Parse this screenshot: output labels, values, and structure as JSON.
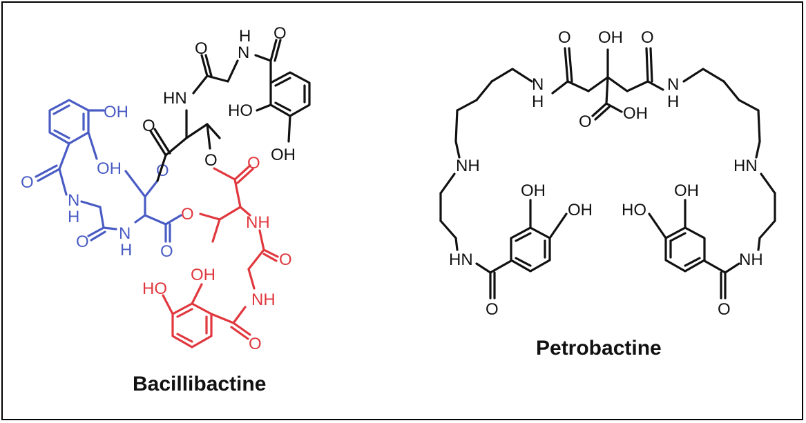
{
  "colors": {
    "blue": "#4a5cc4",
    "red": "#e0383e",
    "black": "#111111"
  },
  "bacillibactine": {
    "caption": "Bacillibactine",
    "labels": {
      "oh_b1": "OH",
      "oh_b2": "OH",
      "o_b1": "O",
      "nh_b1": "N",
      "h_b1": "H",
      "o_b2": "O",
      "n_b2": "N",
      "h_b2": "H",
      "o_b3": "O",
      "o_b4": "O",
      "hn_k": "HN",
      "o_k1": "O",
      "n_k": "N",
      "h_k": "H",
      "o_k2": "O",
      "ho_k": "HO",
      "oh_k": "OH",
      "o_k3": "O",
      "o_k4": "O",
      "o_r1": "O",
      "o_r2": "O",
      "nh_r1": "NH",
      "o_r3": "O",
      "nh_r2": "NH",
      "o_r4": "O",
      "ho_r": "HO",
      "oh_r": "OH"
    }
  },
  "petrobactine": {
    "caption": "Petrobactine",
    "labels": {
      "o1": "O",
      "oh_top": "OH",
      "o2": "O",
      "n_l": "N",
      "h_l": "H",
      "n_r": "N",
      "h_r": "H",
      "o3": "O",
      "oh_acid": "OH",
      "nh_l": "NH",
      "hn_r": "HN",
      "oh1": "OH",
      "oh2": "OH",
      "oh3": "OH",
      "ho4": "HO",
      "hn_bl": "HN",
      "nh_br": "NH",
      "o4": "O",
      "o5": "O"
    }
  }
}
